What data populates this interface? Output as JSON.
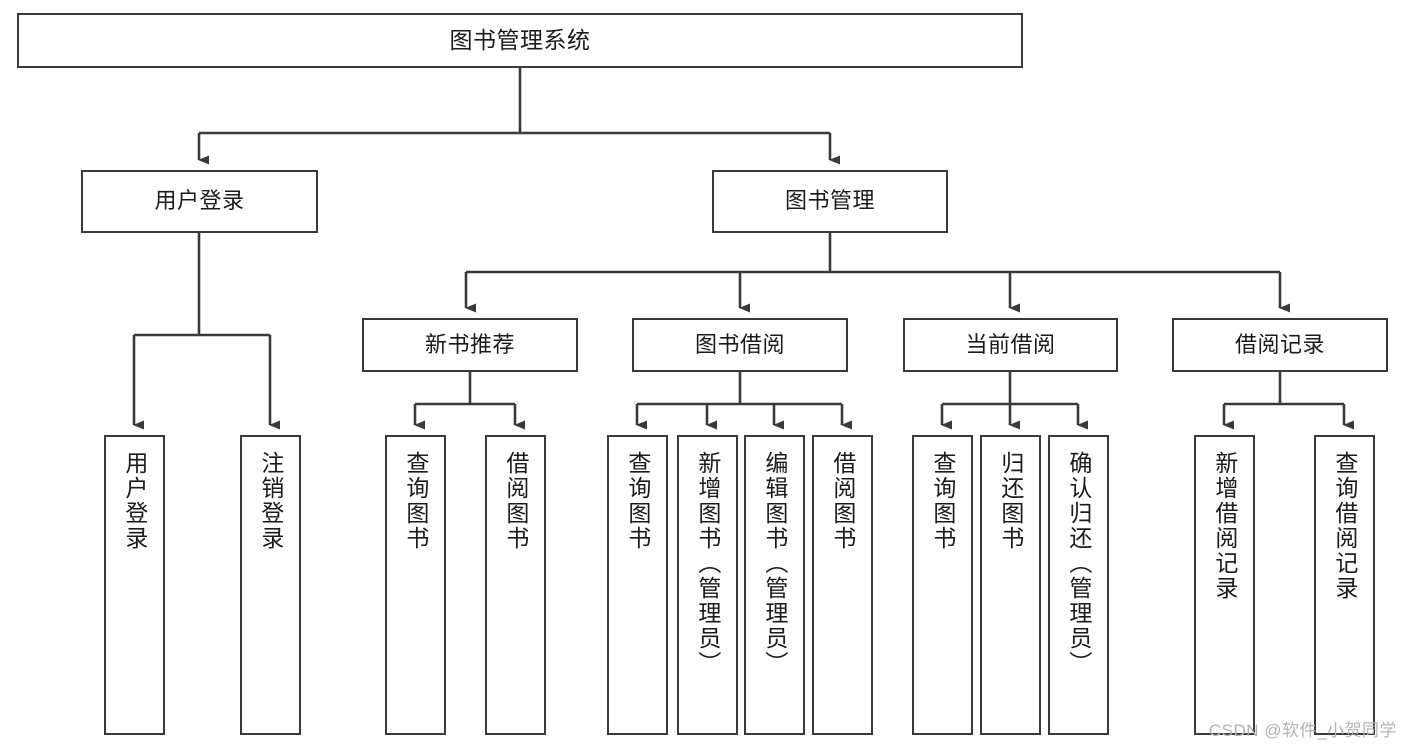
{
  "diagram": {
    "title": "图书管理系统",
    "watermark": "CSDN @软件_小贺同学",
    "stroke_color": "#3a3a3a",
    "text_color": "#1b1b1b",
    "background_color": "#ffffff"
  },
  "nodes": {
    "root": {
      "label": "图书管理系统"
    },
    "level2": [
      {
        "label": "用户登录"
      },
      {
        "label": "图书管理"
      }
    ],
    "level3": [
      {
        "label": "新书推荐"
      },
      {
        "label": "图书借阅"
      },
      {
        "label": "当前借阅"
      },
      {
        "label": "借阅记录"
      }
    ],
    "leaves": {
      "user_login": [
        {
          "label": "用户登录"
        },
        {
          "label": "注销登录"
        }
      ],
      "new_book": [
        {
          "label": "查询图书"
        },
        {
          "label": "借阅图书"
        }
      ],
      "book_borrow": [
        {
          "label": "查询图书"
        },
        {
          "label": "新增图书（管理员）"
        },
        {
          "label": "编辑图书（管理员）"
        },
        {
          "label": "借阅图书"
        }
      ],
      "current_borrow": [
        {
          "label": "查询图书"
        },
        {
          "label": "归还图书"
        },
        {
          "label": "确认归还（管理员）"
        }
      ],
      "borrow_record": [
        {
          "label": "新增借阅记录"
        },
        {
          "label": "查询借阅记录"
        }
      ]
    }
  }
}
